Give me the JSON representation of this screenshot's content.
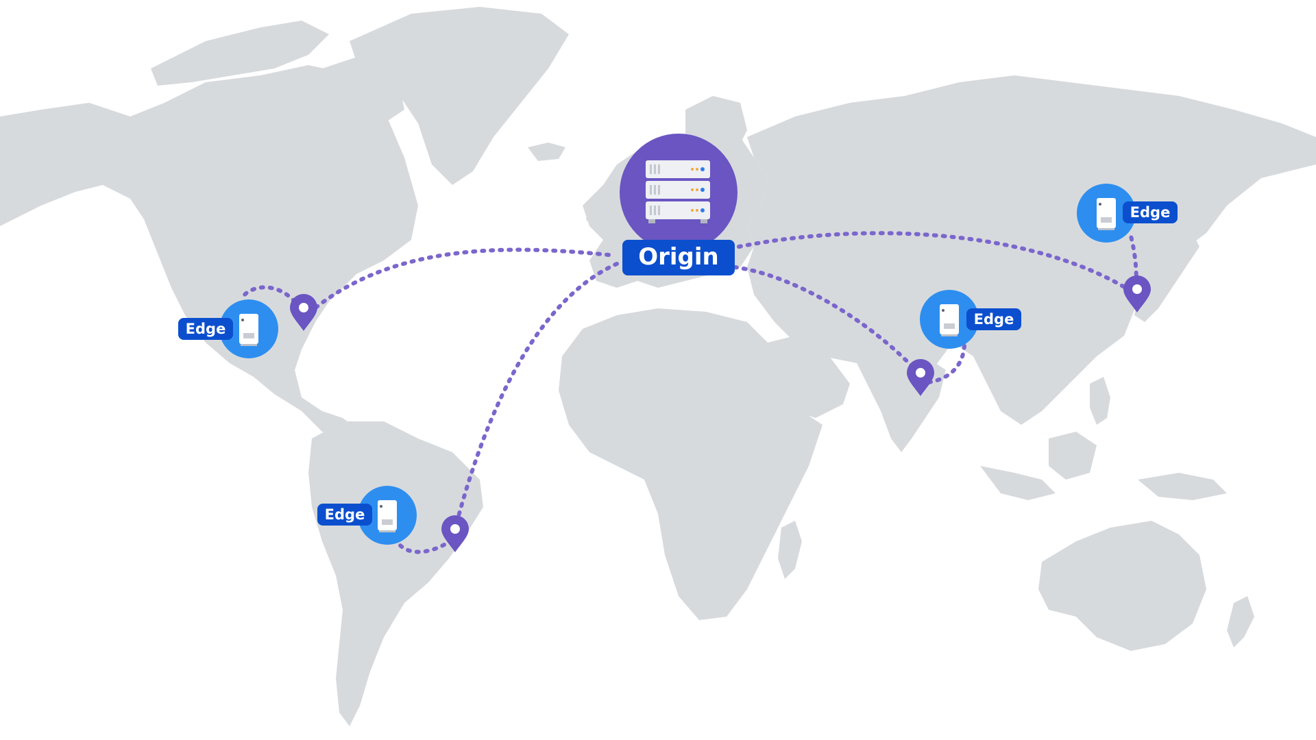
{
  "origin": {
    "label": "Origin",
    "icon": "server-rack-icon",
    "color": "#6a55c2",
    "label_color": "#0b4fce"
  },
  "edges": [
    {
      "id": "north-america",
      "label": "Edge",
      "icon": "server-icon"
    },
    {
      "id": "south-america",
      "label": "Edge",
      "icon": "server-icon"
    },
    {
      "id": "india",
      "label": "Edge",
      "icon": "server-icon"
    },
    {
      "id": "japan",
      "label": "Edge",
      "icon": "server-icon"
    }
  ],
  "pins": [
    {
      "id": "east-us",
      "icon": "location-pin-icon"
    },
    {
      "id": "brazil",
      "icon": "location-pin-icon"
    },
    {
      "id": "india",
      "icon": "location-pin-icon"
    },
    {
      "id": "japan",
      "icon": "location-pin-icon"
    }
  ],
  "colors": {
    "land": "#d7dadd",
    "edge_circle": "#2d8ef0",
    "edge_label": "#0b4fce",
    "pin": "#6a55c2",
    "route": "#7b66cc"
  }
}
